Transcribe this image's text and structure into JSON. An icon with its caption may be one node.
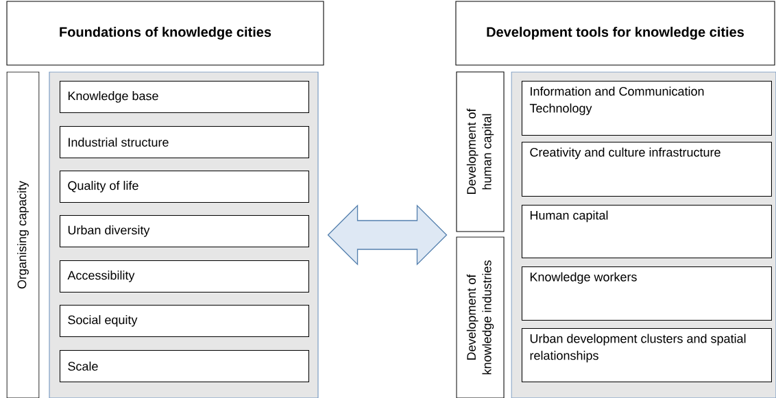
{
  "diagram": {
    "nodes": [
      {
        "text": [
          "Foundations of knowledge cities"
        ]
      },
      {
        "text": [
          "Organising capacity"
        ]
      },
      {
        "text": [],
        "shape": "box"
      },
      {
        "text": [
          "Knowledge base"
        ],
        "in": 2
      },
      {
        "text": [
          "Industrial structure"
        ],
        "in": 2
      },
      {
        "text": [
          "Quality of life"
        ],
        "in": 2
      },
      {
        "text": [
          "Urban diversity"
        ],
        "in": 2
      },
      {
        "text": [
          "Accessibility"
        ],
        "in": 2
      },
      {
        "text": [
          "Social equity"
        ],
        "in": 2
      },
      {
        "text": [
          "Scale"
        ],
        "in": 2
      },
      {
        "text": [
          "Development tools for knowledge cities"
        ]
      },
      {
        "text": [
          "Development of human capital"
        ]
      },
      {
        "text": [
          "Development of knowledge industries"
        ]
      },
      {
        "text": [],
        "shape": "box"
      },
      {
        "text": [
          "Information and Communication Technology"
        ],
        "in": 13
      },
      {
        "text": [
          "Creativity and culture infrastructure"
        ],
        "in": 13
      },
      {
        "text": [
          "Human capital"
        ],
        "in": 13
      },
      {
        "text": [
          "Knowledge workers"
        ],
        "in": 13
      },
      {
        "text": [
          "Urban development clusters and spatial relationships"
        ],
        "in": 13
      }
    ],
    "edges": [
      {
        "from": 2,
        "to": 13,
        "arrow": "both"
      }
    ]
  }
}
